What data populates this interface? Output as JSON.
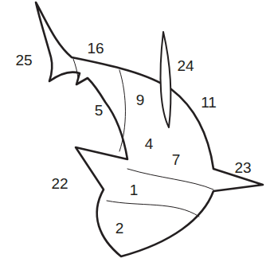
{
  "diagram": {
    "labels": [
      "25",
      "16",
      "24",
      "9",
      "5",
      "11",
      "4",
      "7",
      "23",
      "22",
      "1",
      "2"
    ]
  }
}
